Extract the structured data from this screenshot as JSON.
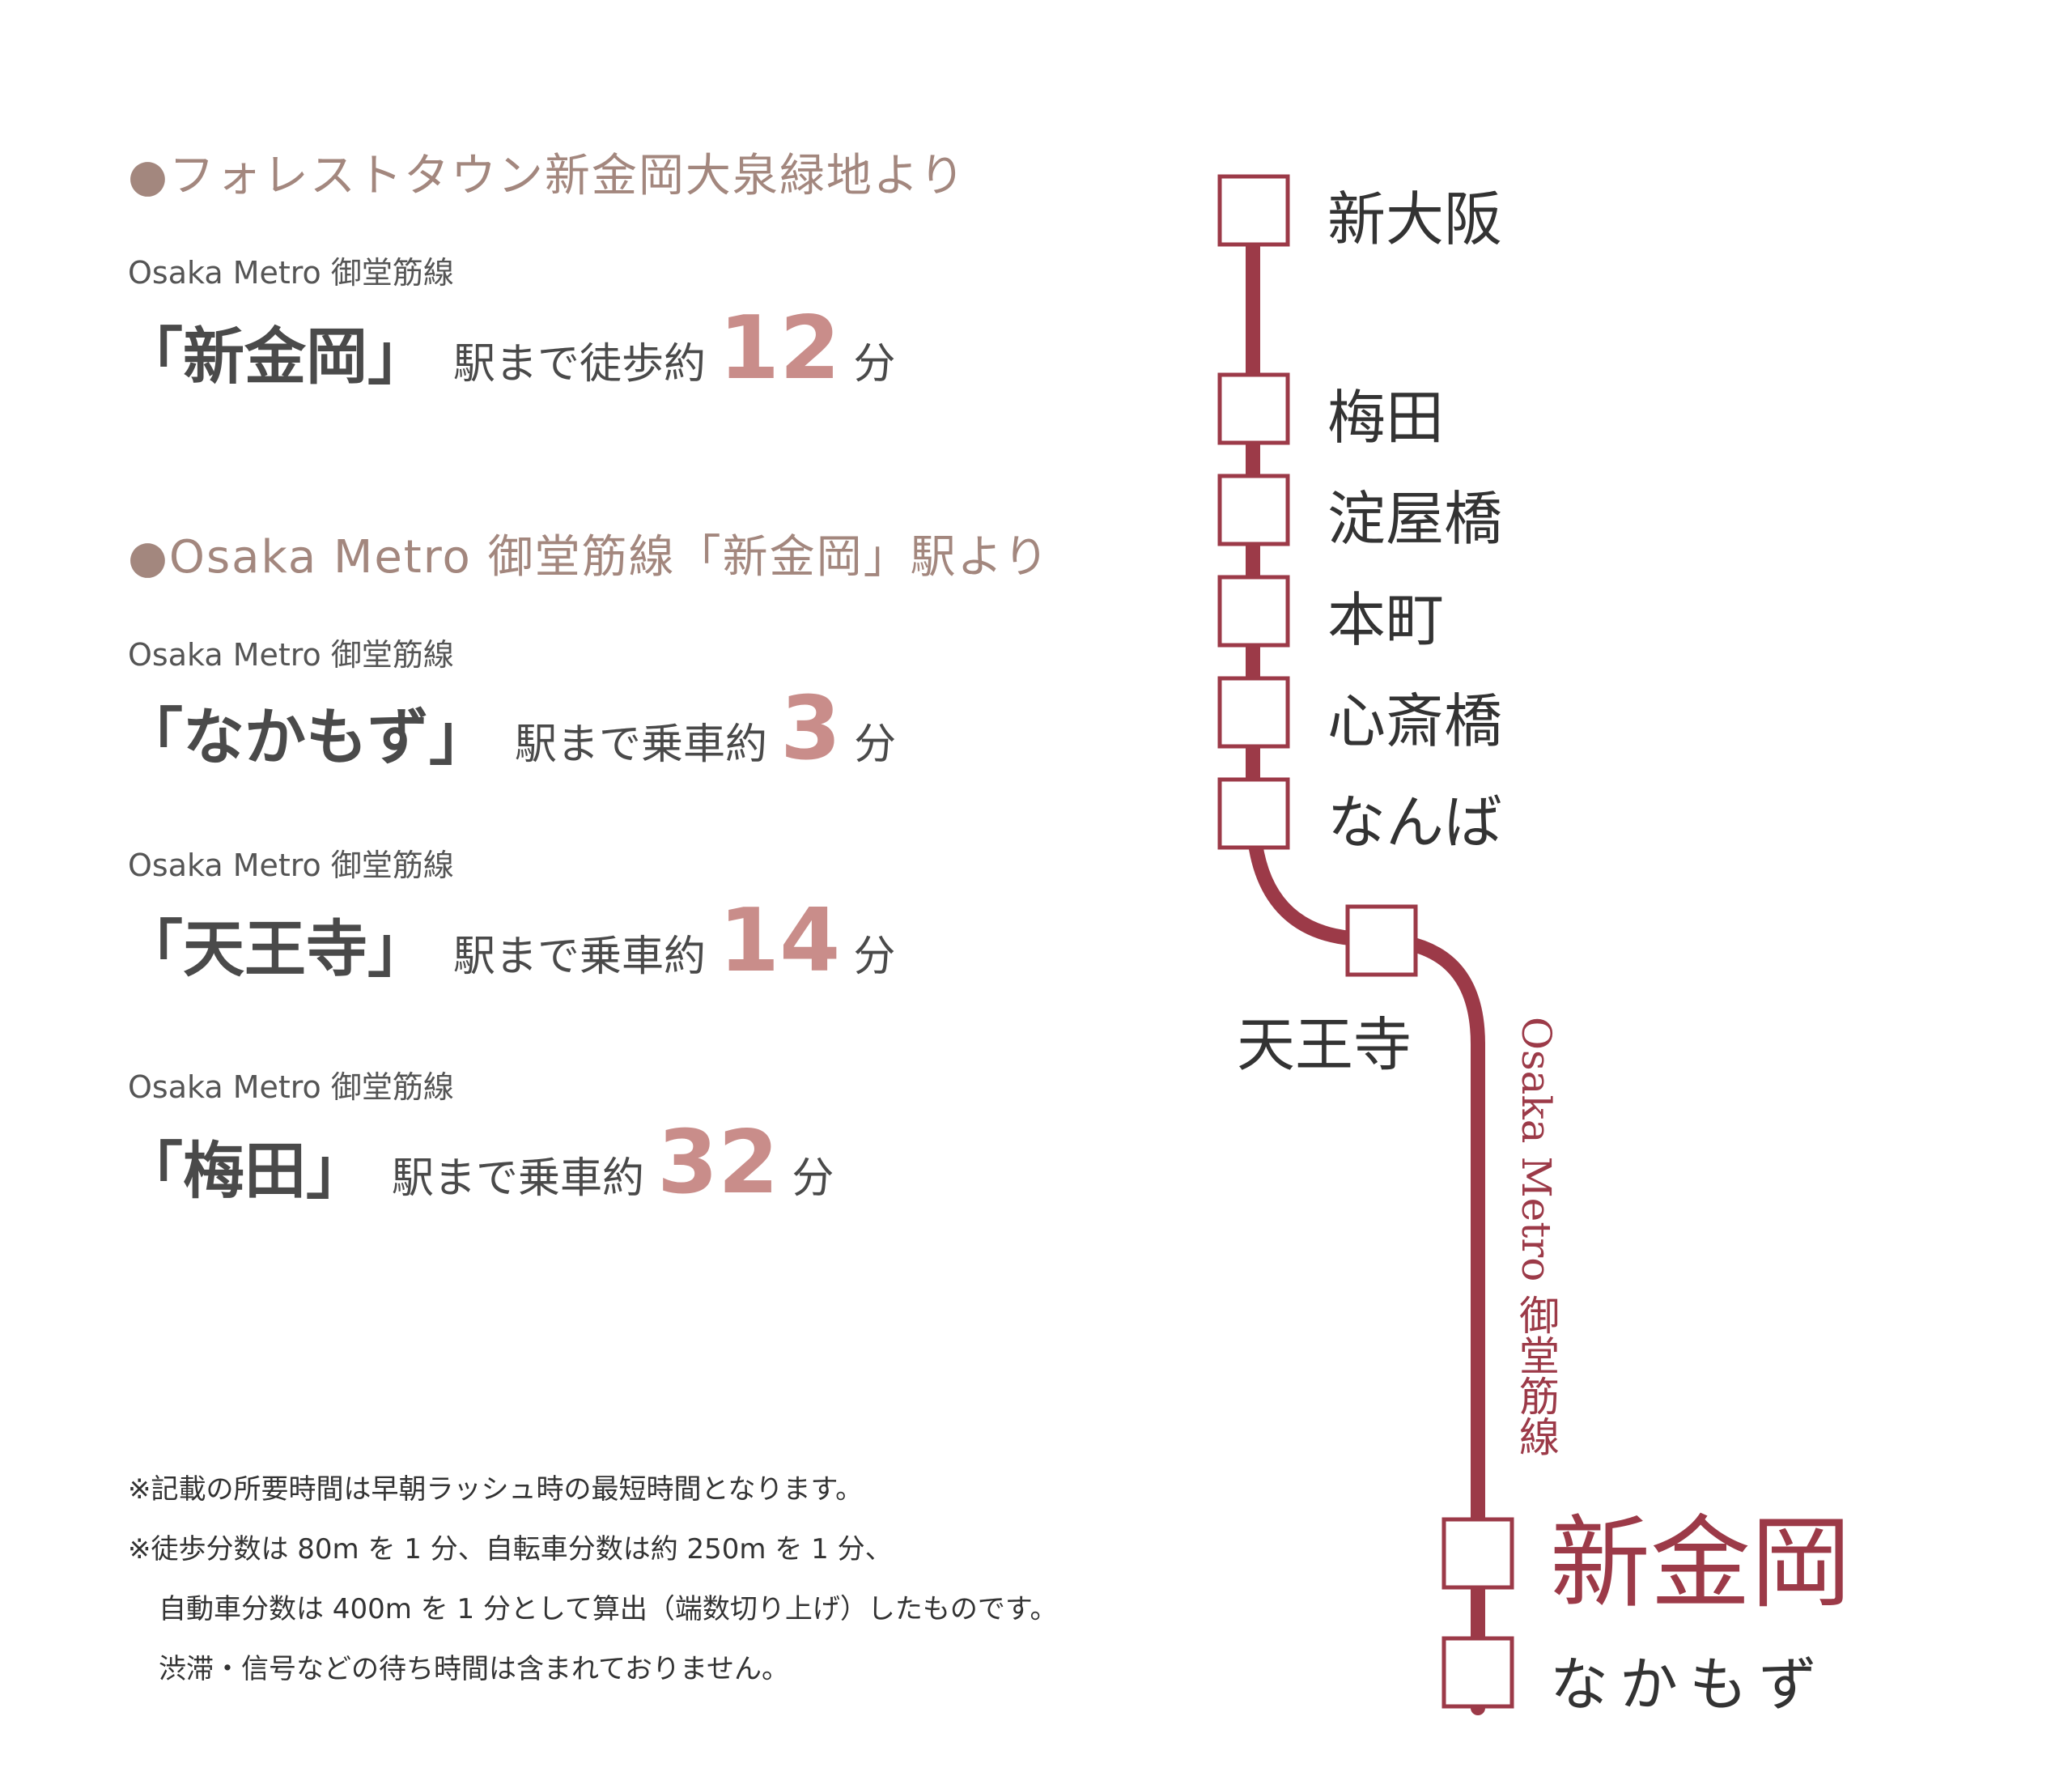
{
  "left": {
    "sections": [
      {
        "heading": "●フォレストタウン新金岡大泉緑地より",
        "items": [
          {
            "line": "Osaka Metro 御堂筋線",
            "station": "「新金岡」",
            "desc": "駅まで徒歩約",
            "minutes": "12",
            "unit": "分"
          }
        ]
      },
      {
        "heading": "●Osaka Metro 御堂筋線「新金岡」駅より",
        "items": [
          {
            "line": "Osaka Metro 御堂筋線",
            "station": "「なかもず」",
            "desc": "駅まで乗車約",
            "minutes": "3",
            "unit": "分"
          },
          {
            "line": "Osaka Metro 御堂筋線",
            "station": "「天王寺」",
            "desc": "駅まで乗車約",
            "minutes": "14",
            "unit": "分"
          },
          {
            "line": "Osaka Metro 御堂筋線",
            "station": "「梅田」",
            "desc": "駅まで乗車約",
            "minutes": "32",
            "unit": "分"
          }
        ]
      }
    ],
    "notes": [
      "※記載の所要時間は早朝ラッシュ時の最短時間となります。",
      "※徒歩分数は 80m を 1 分、自転車分数は約 250m を 1 分、",
      "自動車分数は 400m を 1 分として算出（端数切り上げ）したものです。",
      "渋滞・信号などの待ち時間は含まれておりません。"
    ]
  },
  "diagram": {
    "line_name": "Osaka Metro 御堂筋線",
    "line_color": "#9c3a48",
    "stations": [
      "新大阪",
      "梅田",
      "淀屋橋",
      "本町",
      "心斎橋",
      "なんば",
      "天王寺",
      "新金岡",
      "なかもず"
    ],
    "highlight_station": "新金岡"
  }
}
